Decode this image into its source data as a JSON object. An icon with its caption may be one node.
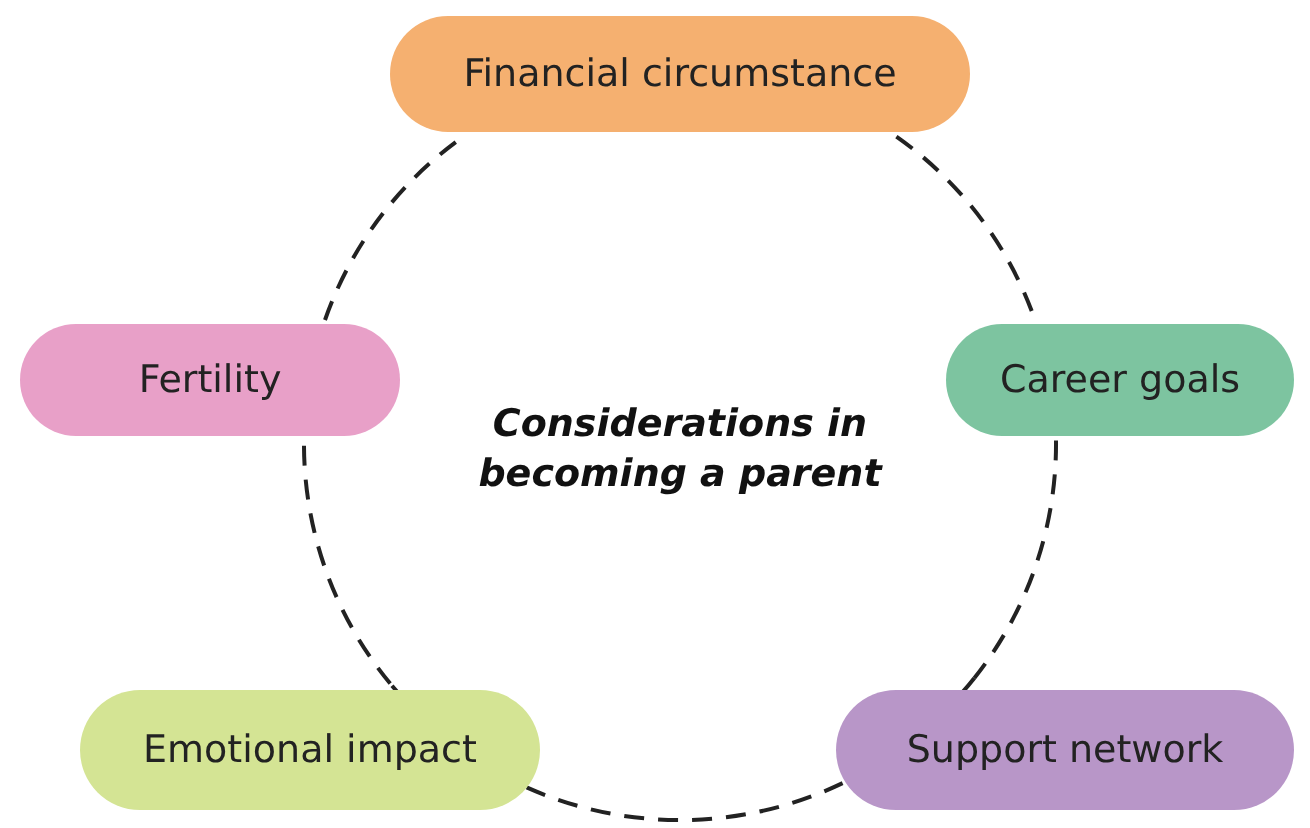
{
  "diagram": {
    "title": "Considerations in becoming a parent",
    "nodes": [
      {
        "text": [
          "Financial circumstance"
        ]
      },
      {
        "text": [
          "Fertility"
        ]
      },
      {
        "text": [
          "Career goals"
        ]
      },
      {
        "text": [
          "Emotional impact"
        ]
      },
      {
        "text": [
          "Support network"
        ]
      }
    ],
    "edges": [
      {
        "from": 0,
        "to": 2,
        "arrow": "none",
        "style": "dashed"
      },
      {
        "from": 2,
        "to": 4,
        "arrow": "none",
        "style": "dashed"
      },
      {
        "from": 4,
        "to": 3,
        "arrow": "none",
        "style": "dashed"
      },
      {
        "from": 3,
        "to": 1,
        "arrow": "none",
        "style": "dashed"
      },
      {
        "from": 1,
        "to": 0,
        "arrow": "none",
        "style": "dashed"
      }
    ]
  }
}
